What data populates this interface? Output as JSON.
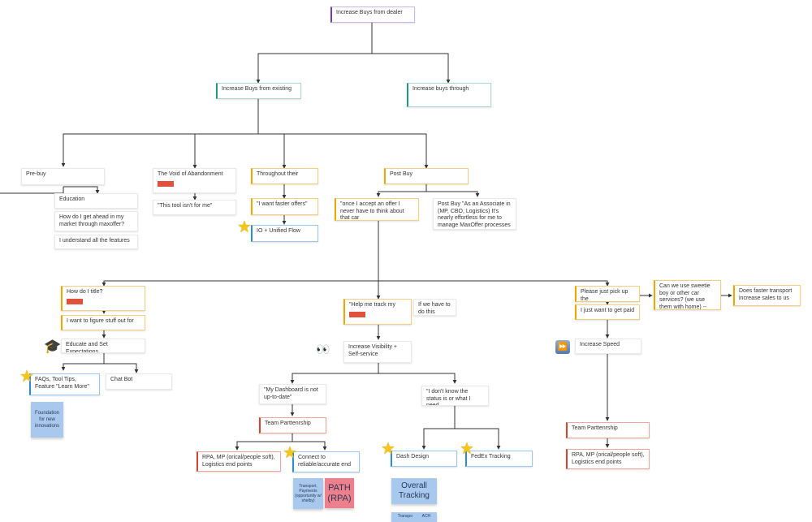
{
  "nodes": {
    "root": "Increase Buys from dealer",
    "existing": "Increase Buys from existing",
    "through": "Increase buys through",
    "prebuy": "Pre-buy",
    "education": "Education",
    "ahead": "How do I get ahead in my market through maxoffer?",
    "features": "I understand all the features",
    "void": "The Void of Abandonment",
    "tool": "\"This tool isn't for me\"",
    "throughout": "Throughout their",
    "faster_offers": "\"I want faster offers\"",
    "io_flow": "IO + Unified Flow",
    "postbuy": "Post Buy",
    "accept": "\"once I accept an offer I never have to think about that car",
    "associate": "Post Buy \"As an Associate in (MP, CBO, Logistics) It's nearly effortless for me to manage MaxOffer processes",
    "title": "How do I title?",
    "figure": "I want to figure stuff out for",
    "educate": "Educate and Set Expectations",
    "faqs": "FAQs, Tool Tips, Feature \"Learn More\"",
    "chatbot": "Chat Bot",
    "track": "\"Help me track my",
    "if_we_have": "If we have to do this",
    "visibility": "Increase Visibility + Self-service",
    "dashboard": "\"My Dashboard is not up-to-date\"",
    "team1": "Team Parttenrship",
    "rpa1": "RPA, MP (orical/people soft), Logistics end points",
    "connect": "Connect to reliable/accurate end",
    "dont_know": "\"I don't know the status is or what I need",
    "dash_design": "Dash Design",
    "fedex": "FedEx Tracking",
    "pickup": "Please just pick up the",
    "paid": "I just want to get paid",
    "speed": "Increase Speed",
    "team2": "Team Parttenrship",
    "rpa2": "RPA, MP (orical/people soft), Logistics end points",
    "sweetie": "Can we use sweetie boy or other car services? (we use them with home) -- TEAM:",
    "transport": "Does faster transport increase sales to us"
  },
  "stickies": {
    "foundation": "Foundation for new innovations",
    "transport_payments": "Transport, Payments (opportunity w/ shelby)",
    "path": "PATH (RPA)",
    "overall": "Overall Tracking",
    "partial_a": "Transpo",
    "partial_b": "ACH"
  },
  "icons": {
    "star": "★",
    "eyes": "👀",
    "grad_cap": "🎓",
    "fast_forward": "⏩"
  },
  "colors": {
    "purple": "#6a3fb5",
    "teal": "#1e9e83",
    "orange": "#f0a800",
    "blue": "#2d8ed8",
    "red": "#d9432f",
    "sticky_blue": "#a9c8ee",
    "sticky_pink": "#ee7f8c",
    "connector": "#333333"
  }
}
